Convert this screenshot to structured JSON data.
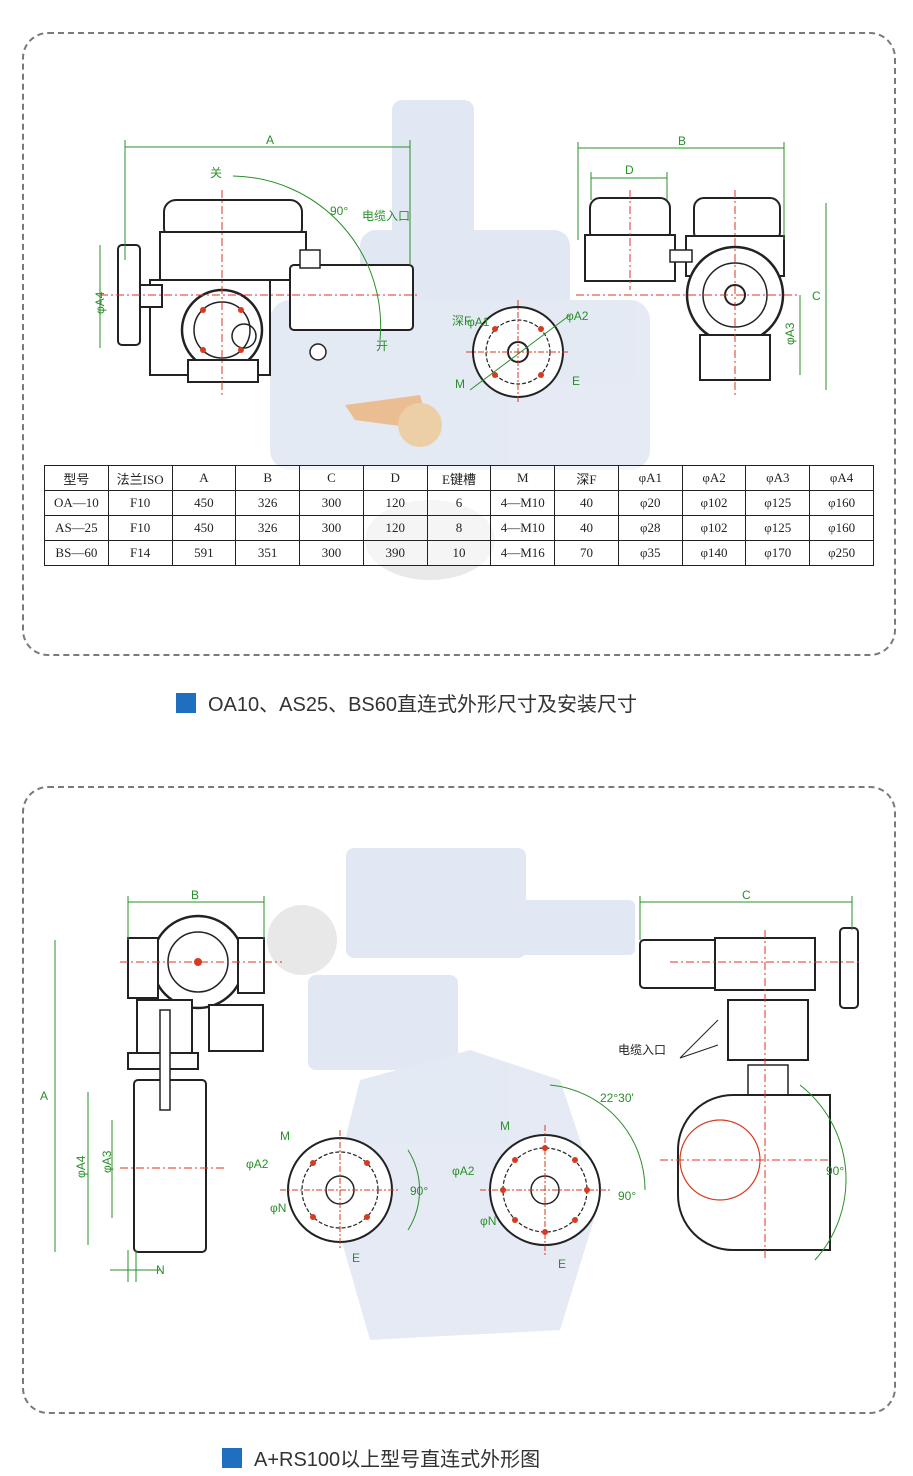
{
  "figure1": {
    "labels": {
      "A": "A",
      "B": "B",
      "C": "C",
      "D": "D",
      "close": "关",
      "open": "开",
      "angle": "90°",
      "cable_entry": "电缆入口",
      "phiA1": "φA1",
      "phiA2": "φA2",
      "phiA3": "φA3",
      "phiA4": "φA4",
      "depth": "深F",
      "M": "M",
      "E": "E"
    },
    "table": {
      "headers": [
        "型号",
        "法兰ISO",
        "A",
        "B",
        "C",
        "D",
        "E键槽",
        "M",
        "深F",
        "φA1",
        "φA2",
        "φA3",
        "φA4"
      ],
      "rows": [
        [
          "OA—10",
          "F10",
          "450",
          "326",
          "300",
          "120",
          "6",
          "4—M10",
          "40",
          "φ20",
          "φ102",
          "φ125",
          "φ160"
        ],
        [
          "AS—25",
          "F10",
          "450",
          "326",
          "300",
          "120",
          "8",
          "4—M10",
          "40",
          "φ28",
          "φ102",
          "φ125",
          "φ160"
        ],
        [
          "BS—60",
          "F14",
          "591",
          "351",
          "300",
          "390",
          "10",
          "4—M16",
          "70",
          "φ35",
          "φ140",
          "φ170",
          "φ250"
        ]
      ]
    },
    "caption": "OA10、AS25、BS60直连式外形尺寸及安装尺寸"
  },
  "figure2": {
    "labels": {
      "B": "B",
      "C": "C",
      "A": "A",
      "N": "N",
      "phiA4": "φA4",
      "phiA3": "φA3",
      "phiA2": "φA2",
      "phiN": "φN",
      "M": "M",
      "E": "E",
      "angle90": "90°",
      "angle2230": "22°30'",
      "cable_entry": "电缆入口"
    },
    "caption": "A+RS100以上型号直连式外形图"
  },
  "colors": {
    "accent": "#1e6fc0",
    "dimension": "#2a8f2a",
    "centerline": "#d63b1f",
    "ghost_body": "#c9d4ea"
  }
}
